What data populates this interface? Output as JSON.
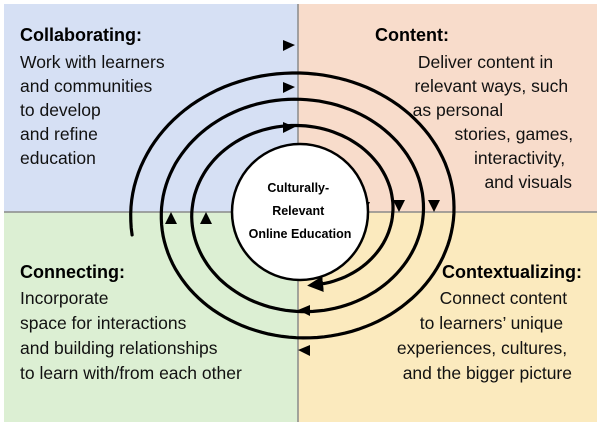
{
  "colors": {
    "top_left": "#d6e0f4",
    "top_right": "#f8dccb",
    "bottom_left": "#dcefd3",
    "bottom_right": "#fbeabe",
    "divider": "#8a8a8a",
    "arrow": "#000000"
  },
  "center": {
    "lines": [
      "Culturally-",
      "Relevant",
      "Online Education"
    ]
  },
  "quadrants": {
    "collaborating": {
      "title": "Collaborating:",
      "lines": [
        "Work with learners",
        "and communities",
        "to develop",
        "and refine",
        "education"
      ]
    },
    "content": {
      "title": "Content:",
      "lines": [
        "Deliver content in",
        "relevant ways, such",
        "as personal",
        "stories, games,",
        "interactivity,",
        "and visuals"
      ]
    },
    "connecting": {
      "title": "Connecting:",
      "lines": [
        "Incorporate",
        "space for interactions",
        "and building relationships",
        "to learn with/from each other"
      ]
    },
    "contextualizing": {
      "title": "Contextualizing:",
      "lines": [
        "Connect content",
        "to learners’ unique",
        "experiences, cultures,",
        "and the bigger picture"
      ]
    }
  },
  "icons": {
    "spiral": "spiral-arrow-icon",
    "arrowhead": "arrowhead-icon"
  }
}
